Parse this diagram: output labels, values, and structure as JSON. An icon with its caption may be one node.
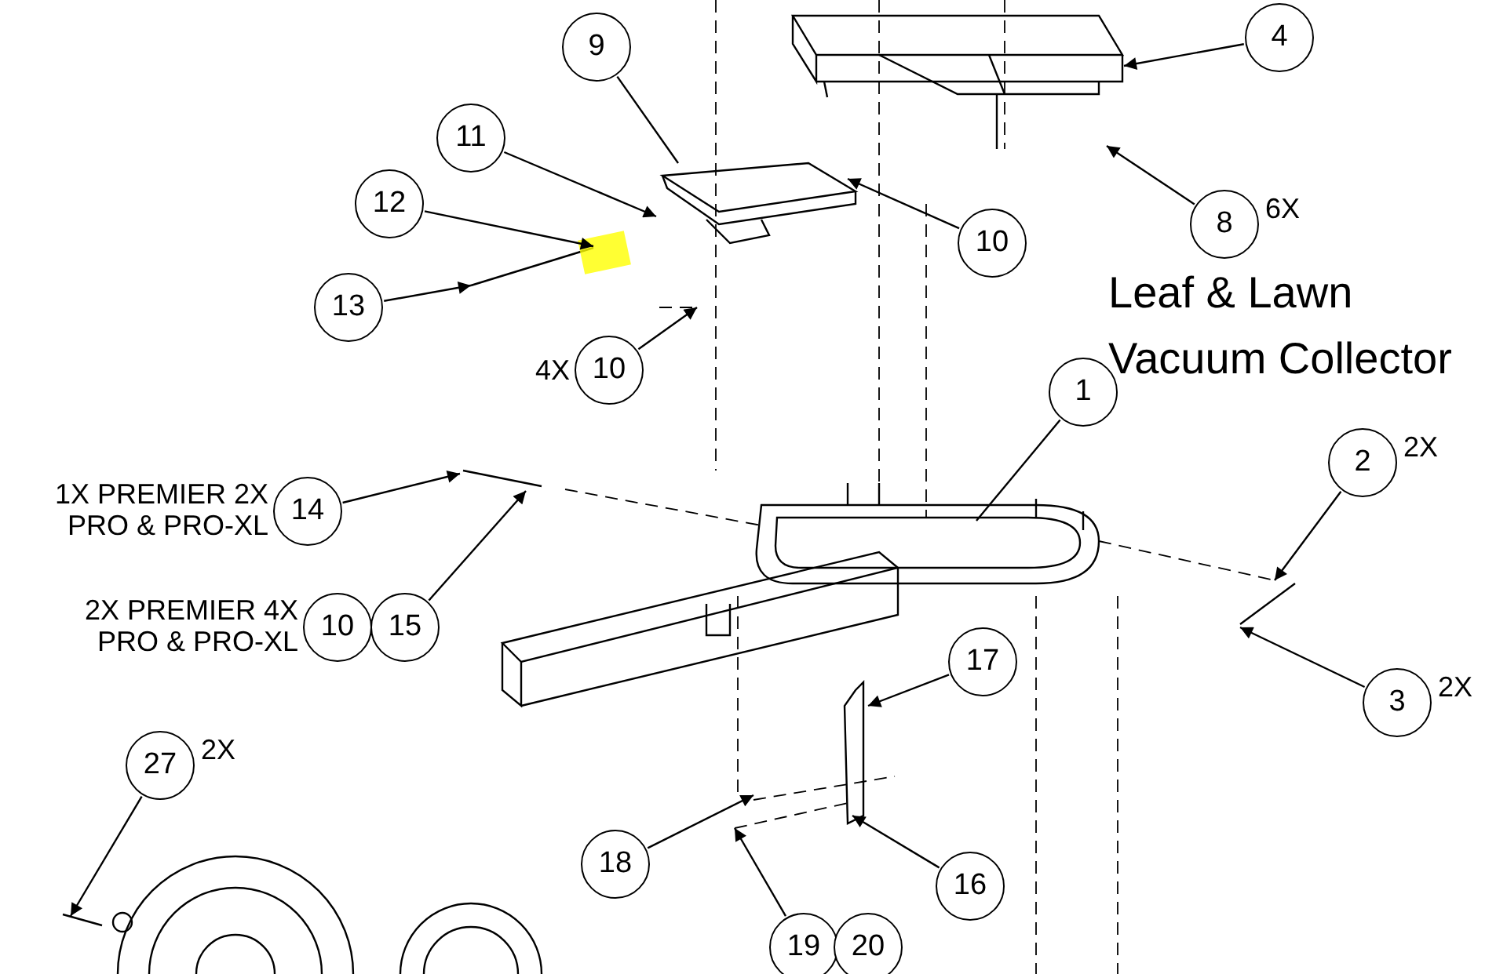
{
  "diagram": {
    "title": "Leaf & Lawn Vacuum Collector",
    "nodes": [
      {
        "text": [
          "9"
        ]
      },
      {
        "text": [
          "11"
        ]
      },
      {
        "text": [
          "12"
        ]
      },
      {
        "text": [
          "13"
        ]
      },
      {
        "text": [
          "10"
        ]
      },
      {
        "text": [
          "10"
        ],
        "beside": [
          "4X"
        ]
      },
      {
        "text": [
          "4"
        ]
      },
      {
        "text": [
          "8"
        ],
        "beside": [
          "6X"
        ]
      },
      {
        "text": [
          "1"
        ]
      },
      {
        "text": [
          "2"
        ],
        "beside": [
          "2X"
        ]
      },
      {
        "text": [
          "3"
        ],
        "beside": [
          "2X"
        ]
      },
      {
        "text": [
          "14"
        ],
        "beside": [
          "1X PREMIER 2X PRO & PRO-XL"
        ]
      },
      {
        "text": [
          "10"
        ],
        "beside": [
          "2X PREMIER 4X PRO & PRO-XL"
        ]
      },
      {
        "text": [
          "15"
        ]
      },
      {
        "text": [
          "17"
        ]
      },
      {
        "text": [
          "16"
        ]
      },
      {
        "text": [
          "18"
        ]
      },
      {
        "text": [
          "19"
        ]
      },
      {
        "text": [
          "20"
        ]
      },
      {
        "text": [
          "27"
        ],
        "beside": [
          "2X"
        ]
      }
    ],
    "edges": [
      {
        "from": 0,
        "to": null,
        "arrow": "none"
      },
      {
        "from": 1,
        "to": null,
        "arrow": "to"
      },
      {
        "from": 2,
        "to": null,
        "arrow": "to"
      },
      {
        "from": 3,
        "to": null,
        "arrow": "to"
      },
      {
        "from": 4,
        "to": null,
        "arrow": "to"
      },
      {
        "from": 5,
        "to": null,
        "arrow": "to"
      },
      {
        "from": 6,
        "to": null,
        "arrow": "to"
      },
      {
        "from": 7,
        "to": null,
        "arrow": "to"
      },
      {
        "from": 8,
        "to": null,
        "arrow": "none"
      },
      {
        "from": 9,
        "to": null,
        "arrow": "to"
      },
      {
        "from": 10,
        "to": null,
        "arrow": "to"
      },
      {
        "from": 11,
        "to": null,
        "arrow": "to"
      },
      {
        "from": 13,
        "to": null,
        "arrow": "to"
      },
      {
        "from": 14,
        "to": null,
        "arrow": "to"
      },
      {
        "from": 15,
        "to": null,
        "arrow": "to"
      },
      {
        "from": 16,
        "to": null,
        "arrow": "to"
      },
      {
        "from": 17,
        "to": null,
        "arrow": "to"
      },
      {
        "from": 19,
        "to": null,
        "arrow": "to"
      }
    ]
  }
}
